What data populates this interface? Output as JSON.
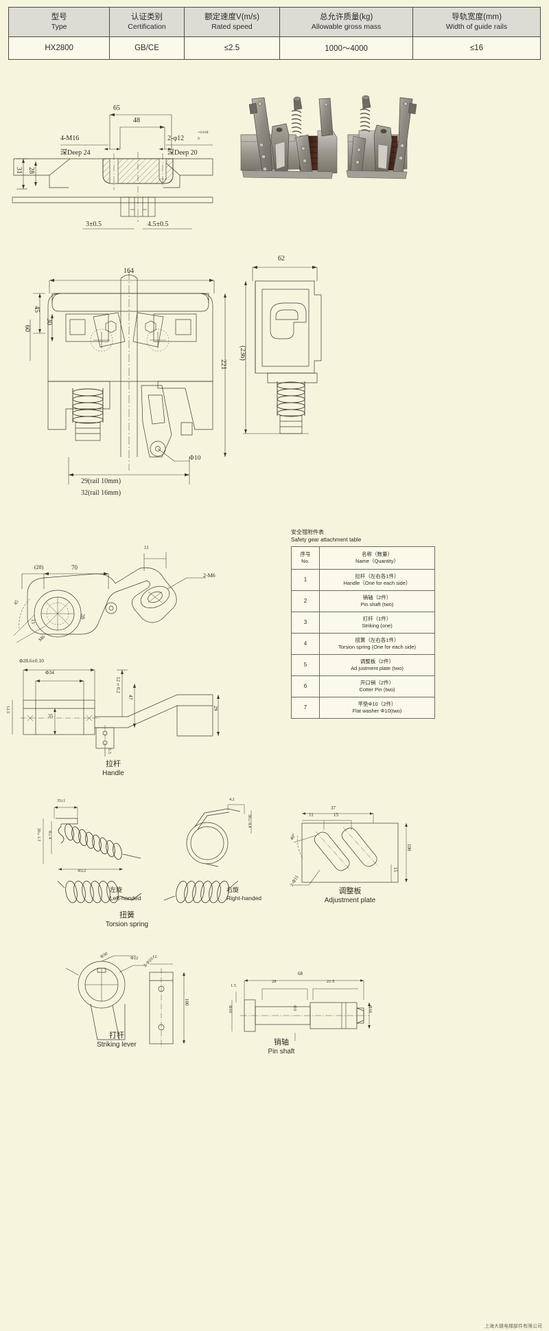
{
  "spec_table": {
    "headers": [
      {
        "cn": "型号",
        "en": "Type"
      },
      {
        "cn": "认证类别",
        "en": "Certification"
      },
      {
        "cn": "额定速度V(m/s)",
        "en": "Rated speed"
      },
      {
        "cn": "总允许质量(kg)",
        "en": "Allowable gross mass"
      },
      {
        "cn": "导轨宽度(mm)",
        "en": "Width of guide rails"
      }
    ],
    "row": [
      "HX2800",
      "GB/CE",
      "≤2.5",
      "1000～4000",
      "≤16"
    ]
  },
  "drawing1": {
    "dim_65": "65",
    "dim_48": "48",
    "note_left_cn": "4-M16",
    "note_left_en": "深Deep 24",
    "note_right_cn": "2-φ12",
    "note_right_tol_top": "+0.018",
    "note_right_tol_bot": "0",
    "note_right_en": "深Deep 20",
    "dim_31": "31",
    "dim_28": "28",
    "dim_3": "3±0.5",
    "dim_45": "4.5±0.5"
  },
  "drawing2": {
    "dim_164": "164",
    "dim_45": "45",
    "dim_30": "30",
    "dim_60": "60",
    "dim_221": "221",
    "dim_phi10": "Φ10",
    "note_rail10": "29(rail 10mm)",
    "note_rail16": "32(rail 16mm)",
    "dim_62": "62",
    "dim_236": "(236)"
  },
  "parts": {
    "title_cn": "安全钳附件表",
    "title_en": "Safety gear attachment table",
    "header": {
      "no_cn": "序号",
      "no_en": "No.",
      "name_cn": "名称（数量）",
      "name_en": "Name（Quantity）"
    },
    "rows": [
      {
        "no": "1",
        "cn": "拉杆（左右各1件）",
        "en": "Handle（One for each side）"
      },
      {
        "no": "2",
        "cn": "销轴（2件）",
        "en": "Pin shaft (two)"
      },
      {
        "no": "3",
        "cn": "打杆（1件）",
        "en": "Striking (one)"
      },
      {
        "no": "4",
        "cn": "扭簧（左右各1件）",
        "en": "Torsion spring (One for each side)"
      },
      {
        "no": "5",
        "cn": "调整板（2件）",
        "en": "Ad justment plate (two)"
      },
      {
        "no": "6",
        "cn": "开口销（2件）",
        "en": "Cotter Pin (two)"
      },
      {
        "no": "7",
        "cn": "平垫Φ10（2件）",
        "en": "Flat washer Φ10(two)"
      }
    ]
  },
  "handle": {
    "caption_cn": "拉杆",
    "caption_en": "Handle",
    "d_28": "(28)",
    "d_70": "70",
    "d_2m6": "2-M6",
    "d_11": "11",
    "d_45": "45",
    "d_15": "15",
    "d_m6": "M6",
    "d_28b": "28",
    "d_phi286": "Φ28.6±0.10",
    "d_phi34": "Φ34",
    "d_12": "12±0.2",
    "d_47": "47",
    "d_35": "35",
    "d_125": "12.5",
    "d_55": "5.5",
    "d_29": "29"
  },
  "torsion": {
    "caption_cn": "扭簧",
    "caption_en": "Torsion spring",
    "left_cn": "左旋",
    "left_en": "Left-handed",
    "right_cn": "右旋",
    "right_en": "Right-handed",
    "d_35": "35±1",
    "d_204": "20±1.5",
    "d_84": "8±4",
    "d_45": "45±2",
    "d_42": "4.2",
    "d_364": "36±0.4"
  },
  "adjplate": {
    "caption_cn": "调整板",
    "caption_en": "Adjustment plate",
    "d_37": "37",
    "d_11": "11",
    "d_15": "15",
    "d_100": "100",
    "d_15b": "15",
    "d_40": "40°",
    "d_2phi11": "2-Φ11"
  },
  "striking": {
    "caption_cn": "打杆",
    "caption_en": "Striking lever",
    "d_phi22": "Φ22",
    "d_phi30": "Φ30",
    "d_12": "12",
    "d_100": "100",
    "d_phi10": "2-Φ10",
    "d_r": "R"
  },
  "pinshaft": {
    "caption_cn": "销轴",
    "caption_en": "Pin shaft",
    "d_68": "68",
    "d_15": "1.5",
    "d_28": "28",
    "d_215": "21.5",
    "d_phi10": "Φ10",
    "d_phi16": "Φ16",
    "d_phi3": "Φ3"
  },
  "footer_note": "上海大雄电梯部件有限公司"
}
